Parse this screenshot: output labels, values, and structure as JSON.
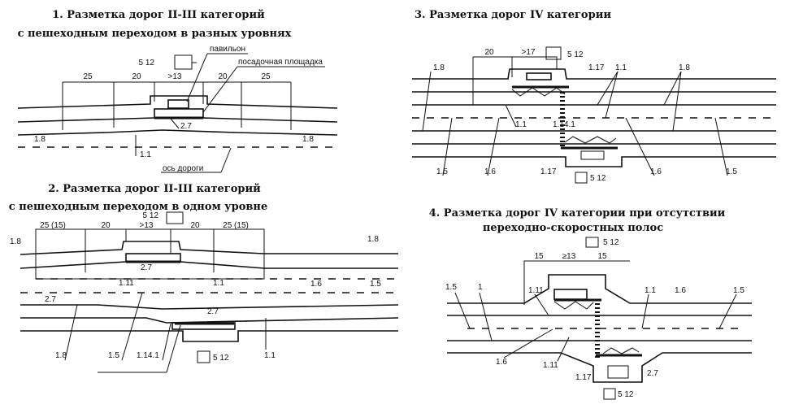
{
  "panel1": {
    "title_line1": "1. Разметка дорог II-III категорий",
    "title_line2": "с пешеходным переходом в разных уровнях",
    "sign": "5 12",
    "pavilion": "павильон",
    "platform": "посадочная площадка",
    "dims": [
      "25",
      "20",
      ">13",
      "20",
      "25"
    ],
    "marking_27": "2.7",
    "marking_18_left": "1.8",
    "marking_18_right": "1.8",
    "marking_11": "1.1",
    "road_axis": "ось дороги"
  },
  "panel2": {
    "title_line1": "2. Разметка дорог II-III категорий",
    "title_line2": "с пешеходным переходом в одном уровне",
    "sign_top": "5 12",
    "sign_bottom": "5 12",
    "dims": [
      "25 (15)",
      "20",
      ">13",
      "20",
      "25 (15)"
    ],
    "labels": [
      "1.8",
      "1.8",
      "1.11",
      "1.1",
      "1.6",
      "1.5",
      "2.7",
      "2.7",
      "2.7",
      "1.8",
      "1.5",
      "1.14.1",
      "1.1"
    ]
  },
  "panel3": {
    "title": "3. Разметка дорог IV категории",
    "sign_top": "5 12",
    "sign_bottom": "5 12",
    "dims": [
      "20",
      ">17"
    ],
    "labels": [
      "1.8",
      "1.17",
      "1.1",
      "1.8",
      "1.1",
      "1.14.1",
      "1.5",
      "1.6",
      "1.17",
      "1.6",
      "1.5"
    ]
  },
  "panel4": {
    "title_line1": "4. Разметка дорог IV категории при отсутствии",
    "title_line2": "переходно-скоростных полос",
    "sign_top": "5 12",
    "sign_bottom": "5 12",
    "dims": [
      "15",
      "≥13",
      "15"
    ],
    "labels": [
      "1.5",
      "1",
      "1.11",
      "1.1",
      "1.6",
      "1.5",
      "1.6",
      "1.11",
      "1.17",
      "2.7"
    ]
  }
}
